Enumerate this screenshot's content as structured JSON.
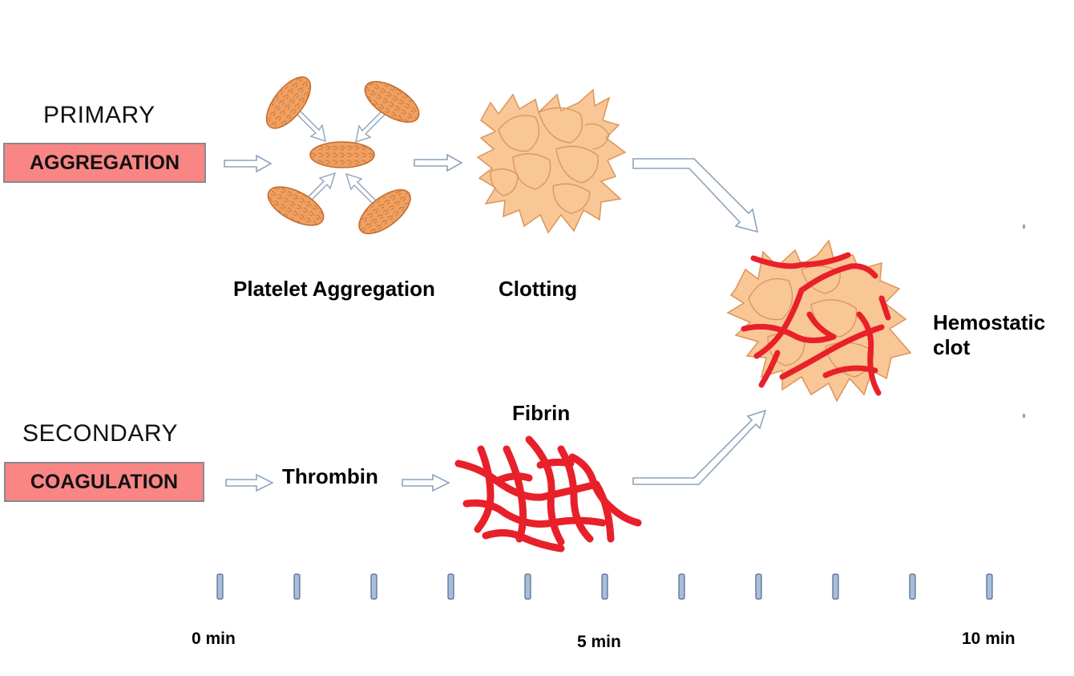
{
  "primary": {
    "title": "PRIMARY",
    "box_label": "AGGREGATION"
  },
  "secondary": {
    "title": "SECONDARY",
    "box_label": "COAGULATION"
  },
  "labels": {
    "platelet_aggregation": "Platelet Aggregation",
    "clotting": "Clotting",
    "hemostatic_line1": "Hemostatic",
    "hemostatic_line2": "clot",
    "fibrin": "Fibrin",
    "thrombin": "Thrombin"
  },
  "timeline": {
    "tick_count": 11,
    "labels": [
      "0 min",
      "5 min",
      "10 min"
    ]
  },
  "colors": {
    "box_fill": "#f98585",
    "platelet": "#f0a060",
    "activated_platelet": "#f9c696",
    "fibrin": "#e8202a",
    "arrow_stroke": "#8ea3bc",
    "tick_fill": "#a9bddb"
  }
}
